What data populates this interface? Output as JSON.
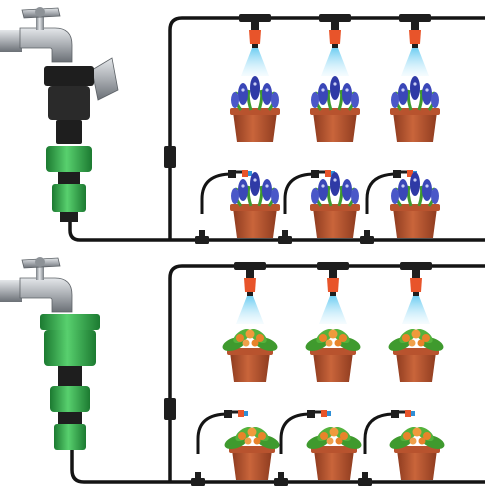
{
  "scene": {
    "background": "#ffffff",
    "colors": {
      "tube": "#141414",
      "faucet_metal": "#a9adb2",
      "faucet_dark": "#6b7076",
      "connector_green": "#2fb24a",
      "connector_dark": "#1c7a31",
      "adapter_black": "#1e1e1e",
      "nozzle_orange": "#e8542a",
      "mist_blue": "#5ec8f0",
      "pot_terracotta": "#b8532e",
      "flower_blue": "#3a47b8",
      "leaf_green": "#3f9a2e",
      "flower_orange": "#e8832a"
    },
    "icons": [
      "faucet-icon",
      "hose-connector-icon",
      "mist-nozzle-icon",
      "drip-emitter-icon",
      "flower-pot-icon"
    ],
    "systems": [
      {
        "id": "top",
        "plant": "blue-hyacinth",
        "overhead_nozzles": 3,
        "drip_emitters": 3
      },
      {
        "id": "bottom",
        "plant": "orange-leafy-plant",
        "overhead_nozzles": 3,
        "drip_emitters": 3
      }
    ]
  }
}
